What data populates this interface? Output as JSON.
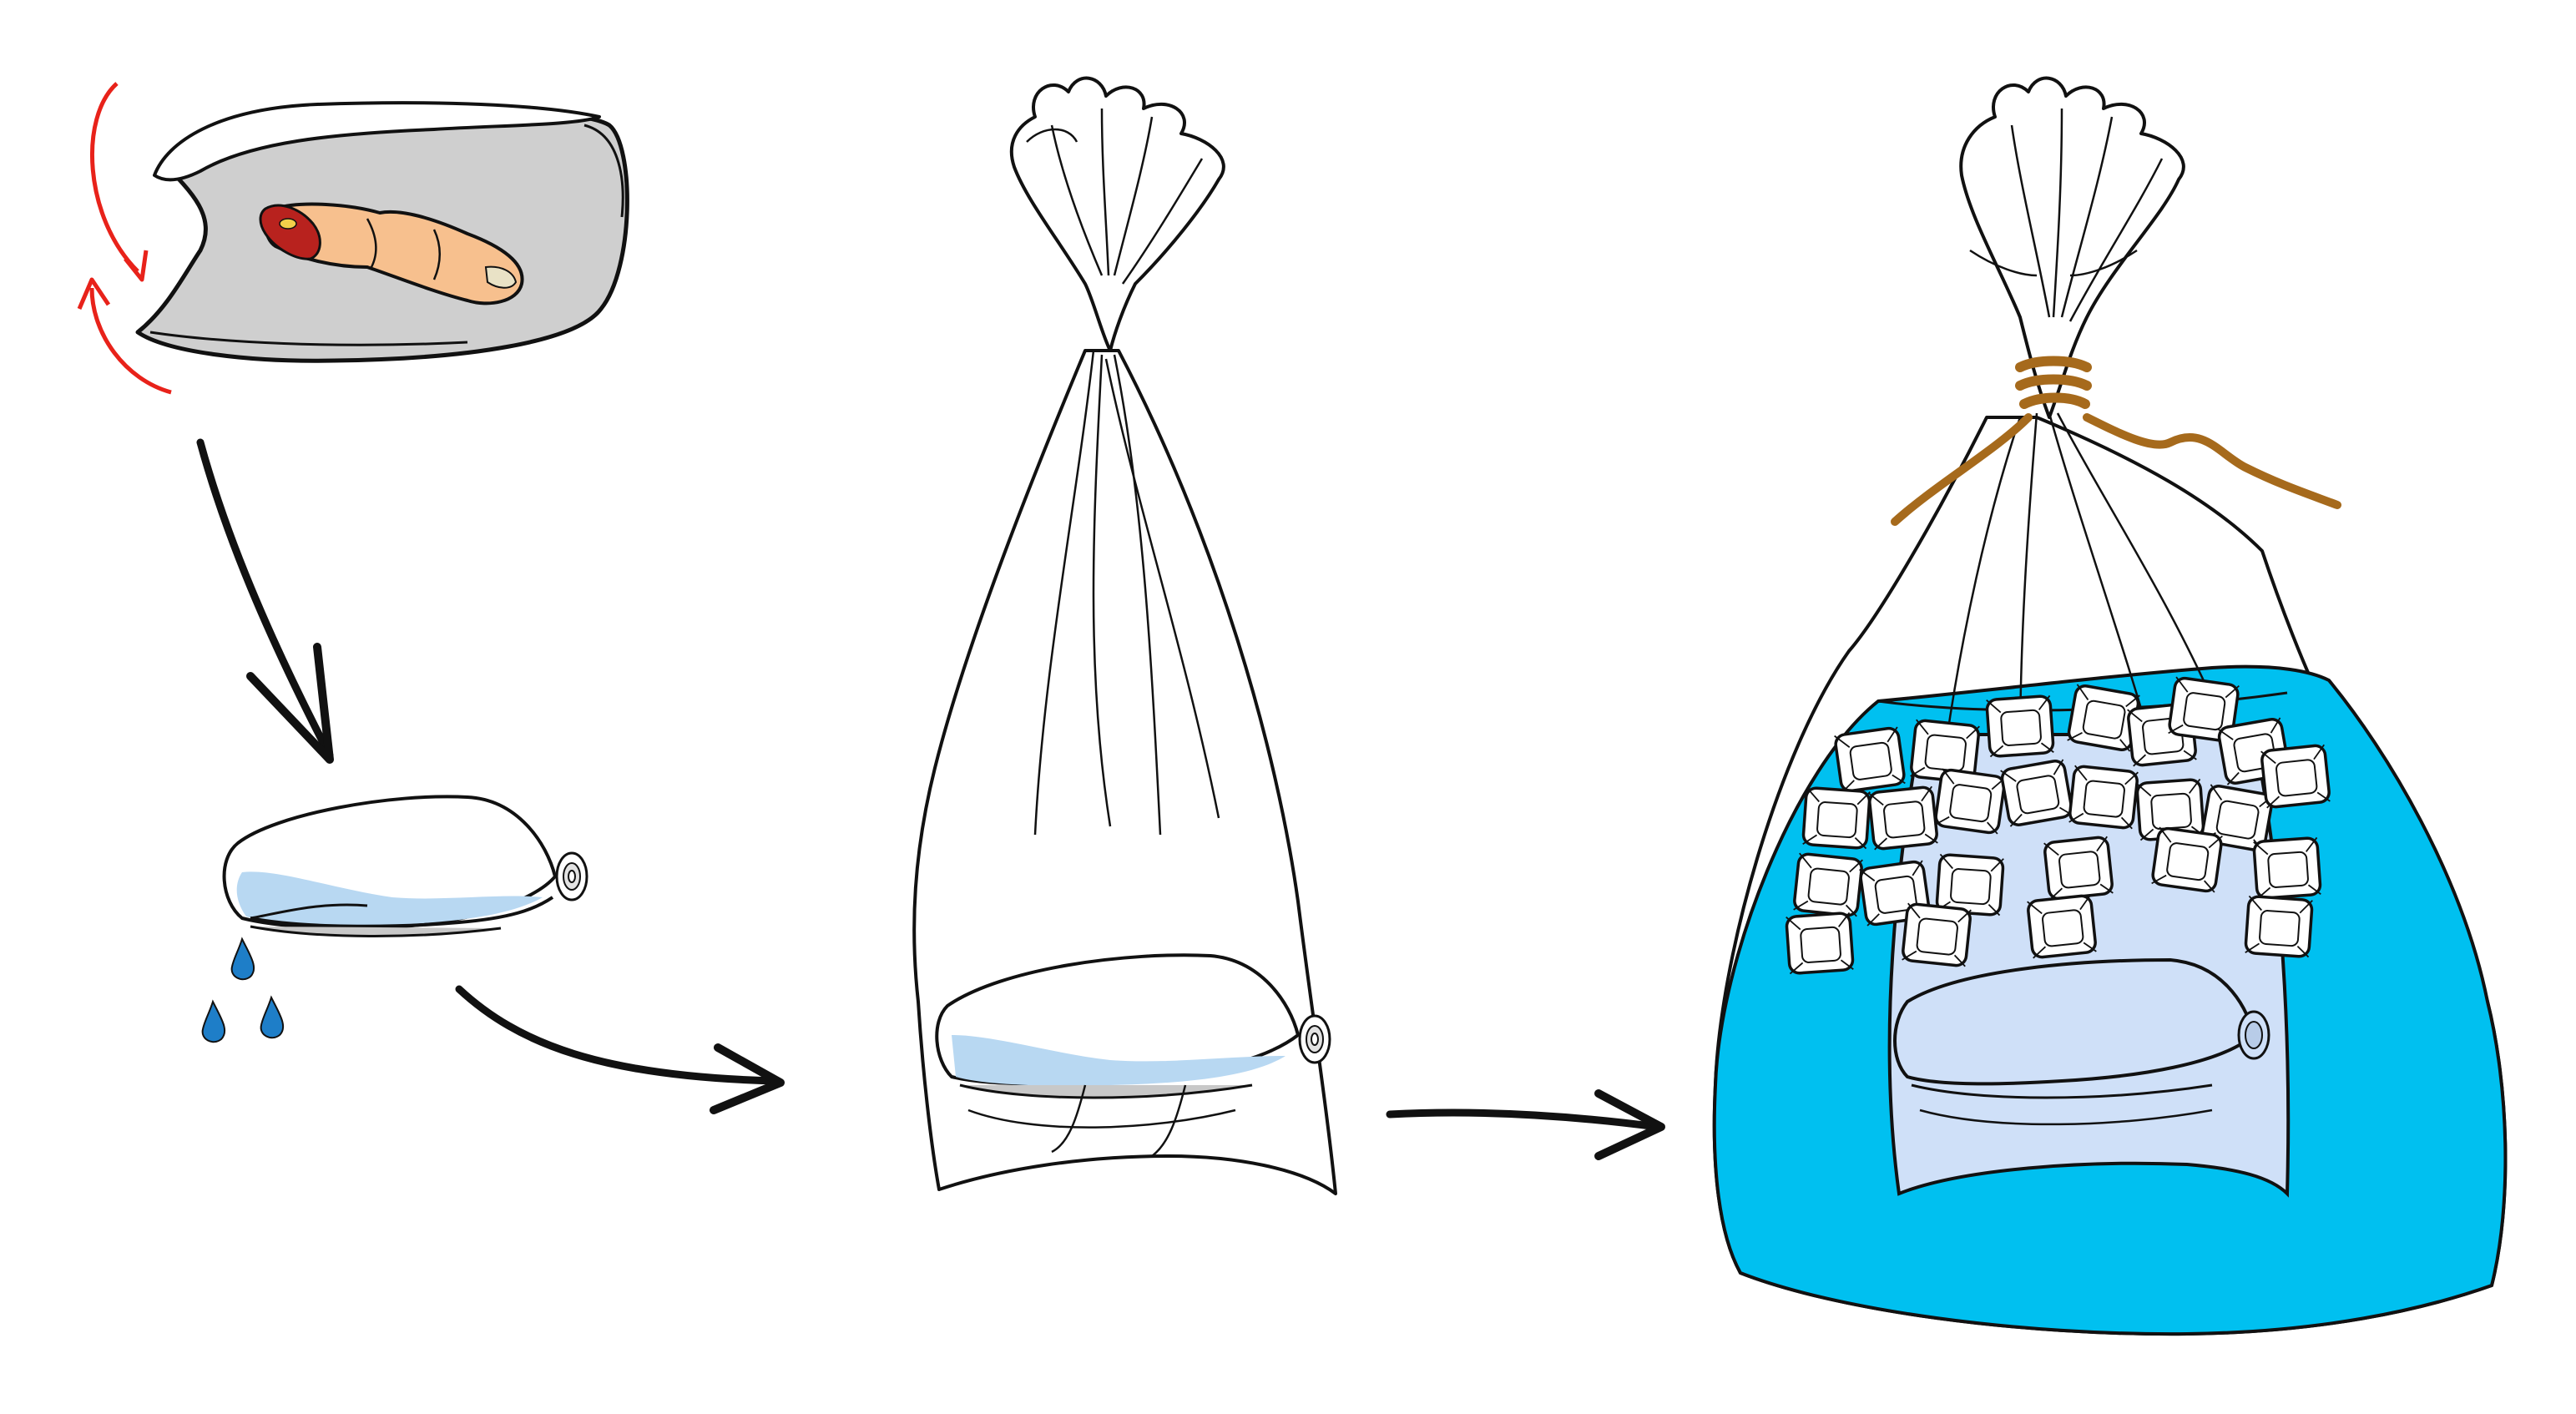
{
  "figure": {
    "steps": [
      {
        "id": "wrap",
        "depicts": "finger-wrapped-in-damp-cloth"
      },
      {
        "id": "wrapped-bundle",
        "depicts": "dripping-wrapped-bundle"
      },
      {
        "id": "sealed-bag",
        "depicts": "bundle-in-tied-plastic-bag"
      },
      {
        "id": "ice-water",
        "depicts": "bag-in-ice-water"
      }
    ],
    "arrows": [
      {
        "from": "wrap",
        "to": "wrapped-bundle"
      },
      {
        "from": "wrapped-bundle",
        "to": "sealed-bag"
      },
      {
        "from": "sealed-bag",
        "to": "ice-water"
      }
    ],
    "colors": {
      "outline": "#111111",
      "cloth_shadow": "#c8c8c8",
      "cloth_wet": "#b8d8f2",
      "skin": "#f7c08e",
      "wound": "#b8221e",
      "rotation_arrow": "#e8221a",
      "water_drop": "#1e7ec8",
      "water": "#00c0f0",
      "inner_bag": "#cfe0f8",
      "ice": "#ffffff",
      "string": "#a66a1c"
    }
  }
}
